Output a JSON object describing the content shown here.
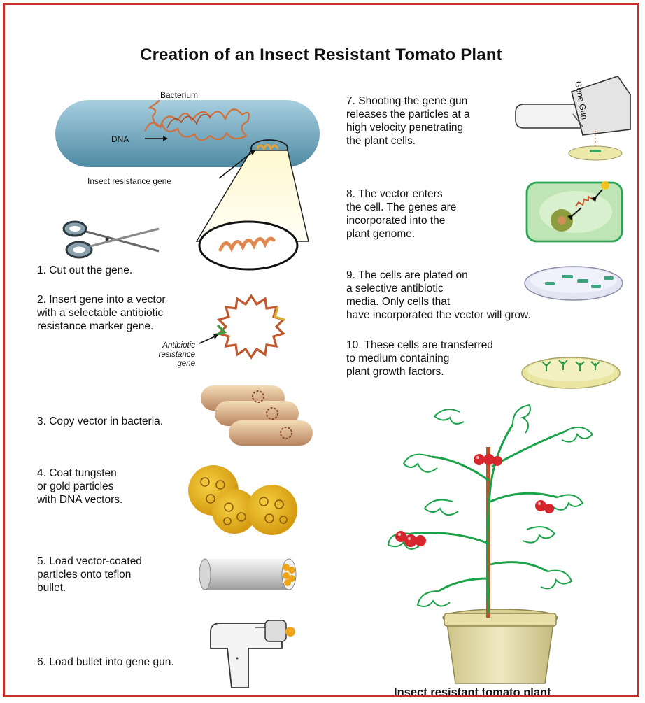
{
  "title": "Creation of an Insect Resistant Tomato Plant",
  "labels": {
    "bacterium": "Bacterium",
    "dna": "DNA",
    "insect_gene": "Insect resistance gene",
    "antibiotic": "Antibiotic\nresistance\ngene",
    "gene_gun": "Gene Gun"
  },
  "steps": [
    "1. Cut out the gene.",
    "2. Insert gene into a vector\nwith a selectable antibiotic\nresistance marker gene.",
    "3. Copy vector in bacteria.",
    "4. Coat tungsten\nor gold particles\nwith DNA vectors.",
    "5. Load vector-coated\nparticles onto teflon\nbullet.",
    "6. Load bullet into gene gun.",
    "7. Shooting the gene gun\nreleases the particles at a\nhigh velocity penetrating\nthe plant cells.",
    "8. The vector enters\nthe cell. The genes are\nincorporated into the\nplant genome.",
    "9. The cells are plated on\na selective antibiotic\nmedia. Only cells that\nhave incorporated the vector will grow.",
    "10. These cells are transferred\nto medium containing\nplant growth factors."
  ],
  "caption": "Insect resistant tomato plant",
  "colors": {
    "border": "#c9302c",
    "bacterium": "#5f9ab0",
    "dna": "#c8643c",
    "plant": "#1ca34a",
    "tomato": "#d6262b",
    "particle": "#e7b21b",
    "pot": "#ddd4a0"
  }
}
